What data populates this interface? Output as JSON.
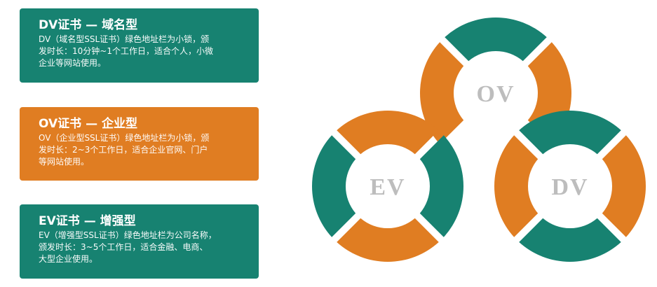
{
  "cards": [
    {
      "title": "DV证书 — 域名型",
      "desc_lines": [
        "DV（域名型SSL证书）绿色地址栏为小锁，颁",
        "发时长：10分钟~1个工作日，适合个人，小微",
        "企业等网站使用。"
      ],
      "color": "#178271"
    },
    {
      "title": "OV证书 — 企业型",
      "desc_lines": [
        "OV（企业型SSL证书）绿色地址栏为小锁，颁",
        "发时长：2~3个工作日，适合企业官网、门户",
        "等网站使用。"
      ],
      "color": "#e07d22"
    },
    {
      "title": "EV证书 — 增强型",
      "desc_lines": [
        "EV（增强型SSL证书）绿色地址栏为公司名称，",
        "颁发时长：3~5个工作日，适合金融、电商、",
        "大型企业使用。"
      ],
      "color": "#178271"
    }
  ],
  "rings": [
    {
      "label": "OV",
      "colors": {
        "top": "#178271",
        "left": "#e07d22",
        "right": "#e07d22",
        "bottom": "#ffffff"
      }
    },
    {
      "label": "EV",
      "colors": {
        "top": "#e07d22",
        "left": "#178271",
        "right": "#178271",
        "bottom": "#e07d22"
      }
    },
    {
      "label": "DV",
      "colors": {
        "top": "#178271",
        "left": "#e07d22",
        "right": "#e07d22",
        "bottom": "#178271"
      }
    }
  ],
  "palette": {
    "teal": "#178271",
    "orange": "#e07d22",
    "label_gray": "#bdbdbd"
  }
}
